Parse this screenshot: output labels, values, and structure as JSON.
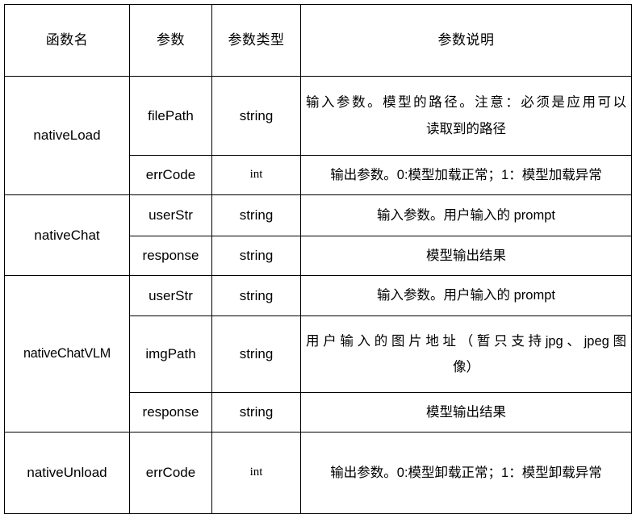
{
  "table": {
    "headers": {
      "function": "函数名",
      "param": "参数",
      "type": "参数说明_type",
      "type_label": "参数类型",
      "desc": "参数说明"
    },
    "groups": [
      {
        "function": "nativeLoad",
        "rows": [
          {
            "param": "filePath",
            "type": "string",
            "type_style": "sans",
            "desc_line1": "输入参数。模型的路径。注意：必须是应用可以",
            "desc_line2": "读取到的路径",
            "desc_full": "输入参数。模型的路径。注意：必须是应用可以读取到的路径",
            "desc_align": "wrap"
          },
          {
            "param": "errCode",
            "type": "int",
            "type_style": "serif",
            "desc_full": "输出参数。0:模型加载正常；1：模型加载异常",
            "desc_align": "center"
          }
        ]
      },
      {
        "function": "nativeChat",
        "rows": [
          {
            "param": "userStr",
            "type": "string",
            "type_style": "sans",
            "desc_full": "输入参数。用户输入的 prompt",
            "desc_align": "center"
          },
          {
            "param": "response",
            "type": "string",
            "type_style": "sans",
            "desc_full": "模型输出结果",
            "desc_align": "center"
          }
        ]
      },
      {
        "function": "nativeChatVLM",
        "rows": [
          {
            "param": "userStr",
            "type": "string",
            "type_style": "sans",
            "desc_full": "输入参数。用户输入的 prompt",
            "desc_align": "center"
          },
          {
            "param": "imgPath",
            "type": "string",
            "type_style": "sans",
            "desc_line1": "用户输入的图片地址（暂只支持jpg、jpeg图",
            "desc_line2": "像）",
            "desc_full": "用户输入的图片地址（暂只支持jpg、jpeg图像）",
            "desc_align": "wrap"
          },
          {
            "param": "response",
            "type": "string",
            "type_style": "sans",
            "desc_full": "模型输出结果",
            "desc_align": "center"
          }
        ]
      },
      {
        "function": "nativeUnload",
        "rows": [
          {
            "param": "errCode",
            "type": "int",
            "type_style": "serif",
            "desc_full": "输出参数。0:模型卸载正常；1：模型卸载异常",
            "desc_align": "center"
          }
        ]
      }
    ]
  }
}
